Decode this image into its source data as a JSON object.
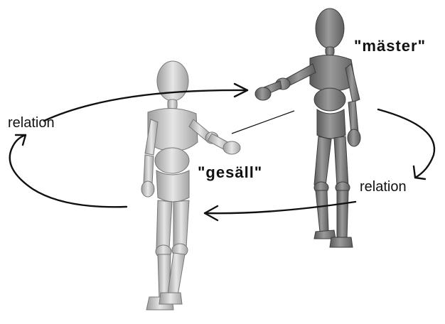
{
  "labels": {
    "master": "\"mäster\"",
    "journeyman": "\"gesäll\"",
    "relation_left": "relation",
    "relation_right": "relation"
  },
  "colors": {
    "background": "#ffffff",
    "arrow": "#111111",
    "figure_front": "#c9c9c9",
    "figure_back": "#7a7a7a"
  }
}
